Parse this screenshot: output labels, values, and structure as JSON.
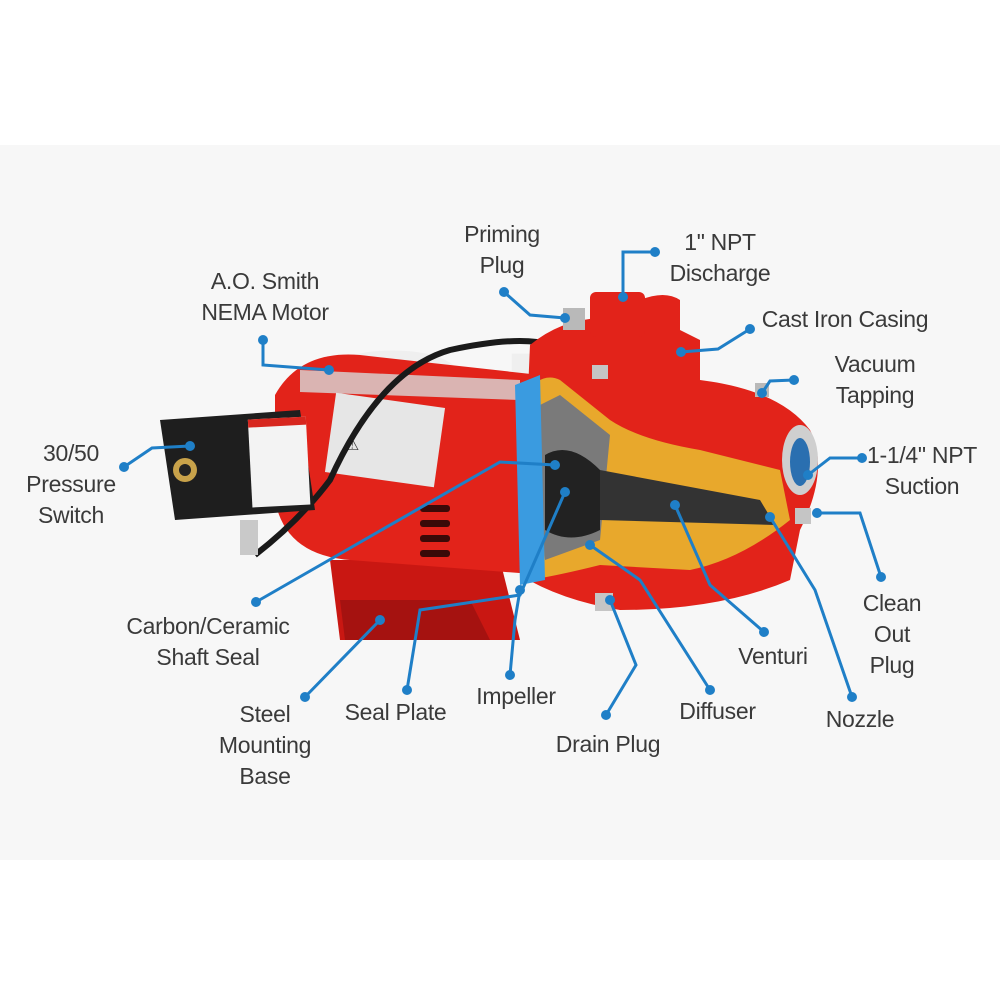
{
  "diagram": {
    "subject": "Jet pump cutaway",
    "accent_color": "#1f7fc7",
    "pump_color": "#e2231a",
    "labels": [
      {
        "id": "priming-plug",
        "lines": [
          "Priming",
          "Plug"
        ]
      },
      {
        "id": "npt-discharge",
        "lines": [
          "1\" NPT",
          "Discharge"
        ]
      },
      {
        "id": "motor",
        "lines": [
          "A.O. Smith",
          "NEMA Motor"
        ]
      },
      {
        "id": "cast-iron-casing",
        "lines": [
          "Cast Iron Casing"
        ]
      },
      {
        "id": "vacuum-tapping",
        "lines": [
          "Vacuum",
          "Tapping"
        ]
      },
      {
        "id": "pressure-switch",
        "lines": [
          "30/50",
          "Pressure",
          "Switch"
        ]
      },
      {
        "id": "npt-suction",
        "lines": [
          "1-1/4\" NPT",
          "Suction"
        ]
      },
      {
        "id": "clean-out-plug",
        "lines": [
          "Clean",
          "Out",
          "Plug"
        ]
      },
      {
        "id": "shaft-seal",
        "lines": [
          "Carbon/Ceramic",
          "Shaft Seal"
        ]
      },
      {
        "id": "venturi",
        "lines": [
          "Venturi"
        ]
      },
      {
        "id": "steel-base",
        "lines": [
          "Steel",
          "Mounting",
          "Base"
        ]
      },
      {
        "id": "seal-plate",
        "lines": [
          "Seal Plate"
        ]
      },
      {
        "id": "impeller",
        "lines": [
          "Impeller"
        ]
      },
      {
        "id": "diffuser",
        "lines": [
          "Diffuser"
        ]
      },
      {
        "id": "nozzle",
        "lines": [
          "Nozzle"
        ]
      },
      {
        "id": "drain-plug",
        "lines": [
          "Drain Plug"
        ]
      }
    ]
  }
}
